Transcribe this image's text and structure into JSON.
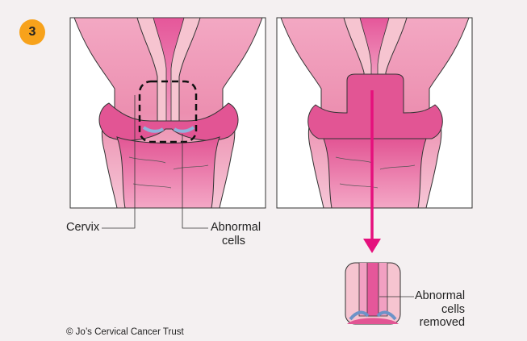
{
  "step_number": "3",
  "colors": {
    "background": "#f4f0f1",
    "badge": "#f7a21b",
    "tissue_light": "#f6c4d0",
    "tissue_mid": "#ec8fb0",
    "tissue_dark": "#e0508f",
    "arrow": "#e5107d",
    "abnormal_cells": "#8fb3dc"
  },
  "labels": {
    "cervix": "Cervix",
    "abnormal_cells_line1": "Abnormal",
    "abnormal_cells_line2": "cells",
    "removed_line1": "Abnormal",
    "removed_line2": "cells",
    "removed_line3": "removed"
  },
  "copyright": "© Jo’s Cervical Cancer Trust",
  "icons": [
    "down-arrow-icon",
    "dashed-selection-box-icon"
  ]
}
